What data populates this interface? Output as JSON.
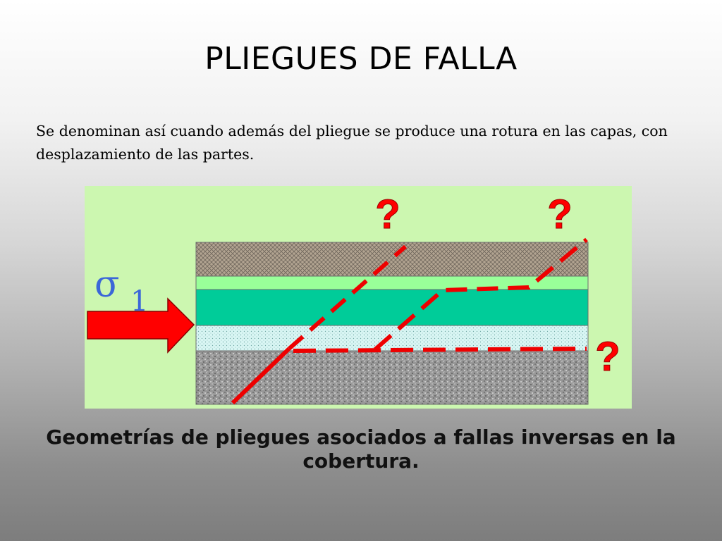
{
  "slide": {
    "title": "PLIEGUES DE FALLA",
    "intro": "Se denominan así cuando además del pliegue se produce una rotura en las capas, con desplazamiento de las partes.",
    "caption": "Geometrías de pliegues asociados a fallas inversas en la cobertura."
  },
  "diagram": {
    "stress_symbol": "σ",
    "stress_subscript": "1",
    "question_mark": "?",
    "colors": {
      "panel_background": "#ccf7b0",
      "layer_top_hatched": "#a89a88",
      "layer_light_green": "#99ff99",
      "layer_teal": "#00cc99",
      "layer_light_cyan": "#ccf2f2",
      "layer_basement_gray": "#8f8f8f",
      "fault_lines": "#ff0000",
      "arrow": "#ff0000",
      "sigma_label": "#3b67d8"
    },
    "icons": {
      "arrow": "right-arrow-icon"
    }
  }
}
